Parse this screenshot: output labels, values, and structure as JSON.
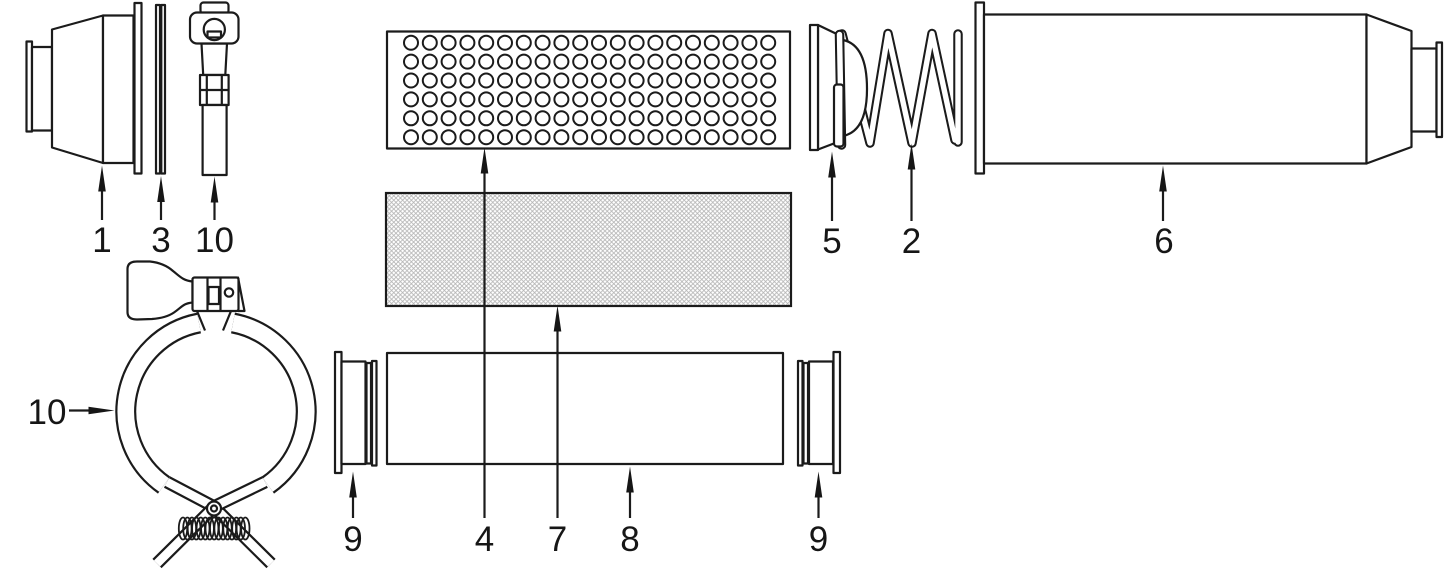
{
  "diagram": {
    "background": "#ffffff",
    "line_color": "#1b1b1b",
    "hatch_color": "#b4b4b4",
    "screen": {
      "rows": 6,
      "cols": 20
    },
    "callouts": {
      "c1": "1",
      "c3": "3",
      "c10_bolt": "10",
      "c10_clamp": "10",
      "c9_left": "9",
      "c4": "4",
      "c7": "7",
      "c8": "8",
      "c9_right": "9",
      "c5": "5",
      "c2": "2",
      "c6": "6"
    }
  }
}
